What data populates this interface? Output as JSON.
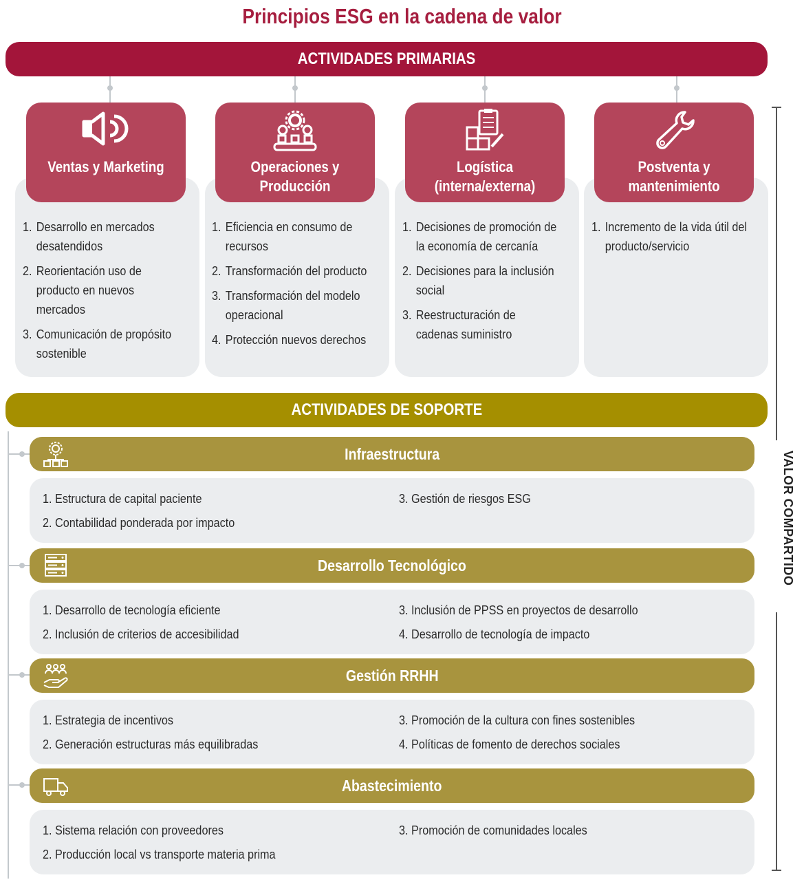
{
  "title": "Principios ESG en la cadena de valor",
  "primary": {
    "label": "ACTIVIDADES PRIMARIAS",
    "cards": [
      {
        "title_lines": [
          "Ventas y Marketing"
        ],
        "icon": "speaker-icon",
        "items": [
          {
            "num": "1.",
            "text": "Desarrollo en mercados desatendidos"
          },
          {
            "num": "2.",
            "text": "Reorientación uso de producto en nuevos mercados"
          },
          {
            "num": "3.",
            "text": "Comunicación de propósito sostenible"
          }
        ]
      },
      {
        "title_lines": [
          "Operaciones y",
          "Producción"
        ],
        "icon": "gears-conveyor-icon",
        "items": [
          {
            "num": "1.",
            "text": "Eficiencia en consumo de recursos"
          },
          {
            "num": "2.",
            "text": "Transformación del producto"
          },
          {
            "num": "3.",
            "text": "Transformación del modelo operacional"
          },
          {
            "num": "4.",
            "text": "Protección nuevos derechos"
          }
        ]
      },
      {
        "title_lines": [
          "Logística",
          "(interna/externa)"
        ],
        "icon": "clipboard-boxes-icon",
        "items": [
          {
            "num": "1.",
            "text": "Decisiones de promoción de la economía de cercanía"
          },
          {
            "num": "2.",
            "text": "Decisiones para la inclusión social"
          },
          {
            "num": "3.",
            "text": "Reestructuración de cadenas suministro"
          }
        ]
      },
      {
        "title_lines": [
          "Postventa y",
          "mantenimiento"
        ],
        "icon": "wrench-icon",
        "items": [
          {
            "num": "1.",
            "text": "Incremento de la vida útil del producto/servicio"
          }
        ]
      }
    ]
  },
  "support": {
    "label": "ACTIVIDADES DE SOPORTE",
    "sections": [
      {
        "title": "Infraestructura",
        "icon": "gear-network-icon",
        "left": [
          {
            "num": "1.",
            "text": "Estructura de capital paciente"
          },
          {
            "num": "2.",
            "text": "Contabilidad ponderada por impacto"
          }
        ],
        "right": [
          {
            "num": "3.",
            "text": "Gestión de riesgos ESG"
          }
        ]
      },
      {
        "title": "Desarrollo Tecnológico",
        "icon": "server-icon",
        "left": [
          {
            "num": "1.",
            "text": "Desarrollo de tecnología eficiente"
          },
          {
            "num": "2.",
            "text": "Inclusión de criterios de accesibilidad"
          }
        ],
        "right": [
          {
            "num": "3.",
            "text": "Inclusión de PPSS en proyectos de desarrollo"
          },
          {
            "num": "4.",
            "text": "Desarrollo de tecnología de impacto"
          }
        ]
      },
      {
        "title": "Gestión RRHH",
        "icon": "people-hand-icon",
        "left": [
          {
            "num": "1.",
            "text": "Estrategia de incentivos"
          },
          {
            "num": "2.",
            "text": "Generación estructuras más equilibradas"
          }
        ],
        "right": [
          {
            "num": "3.",
            "text": "Promoción de la cultura con fines sostenibles"
          },
          {
            "num": "4.",
            "text": "Políticas de fomento de derechos sociales"
          }
        ]
      },
      {
        "title": "Abastecimiento",
        "icon": "delivery-truck-icon",
        "left": [
          {
            "num": "1.",
            "text": "Sistema relación con proveedores"
          },
          {
            "num": "2.",
            "text": "Producción local vs transporte materia prima"
          }
        ],
        "right": [
          {
            "num": "3.",
            "text": "Promoción de comunidades locales"
          }
        ]
      }
    ]
  },
  "side_label": "VALOR COMPARTIDO",
  "colors": {
    "primary": "#a3153a",
    "primary_card": "#b4455b",
    "support": "#a58f00",
    "support_section": "#a8943e",
    "panel": "#ebedef"
  }
}
